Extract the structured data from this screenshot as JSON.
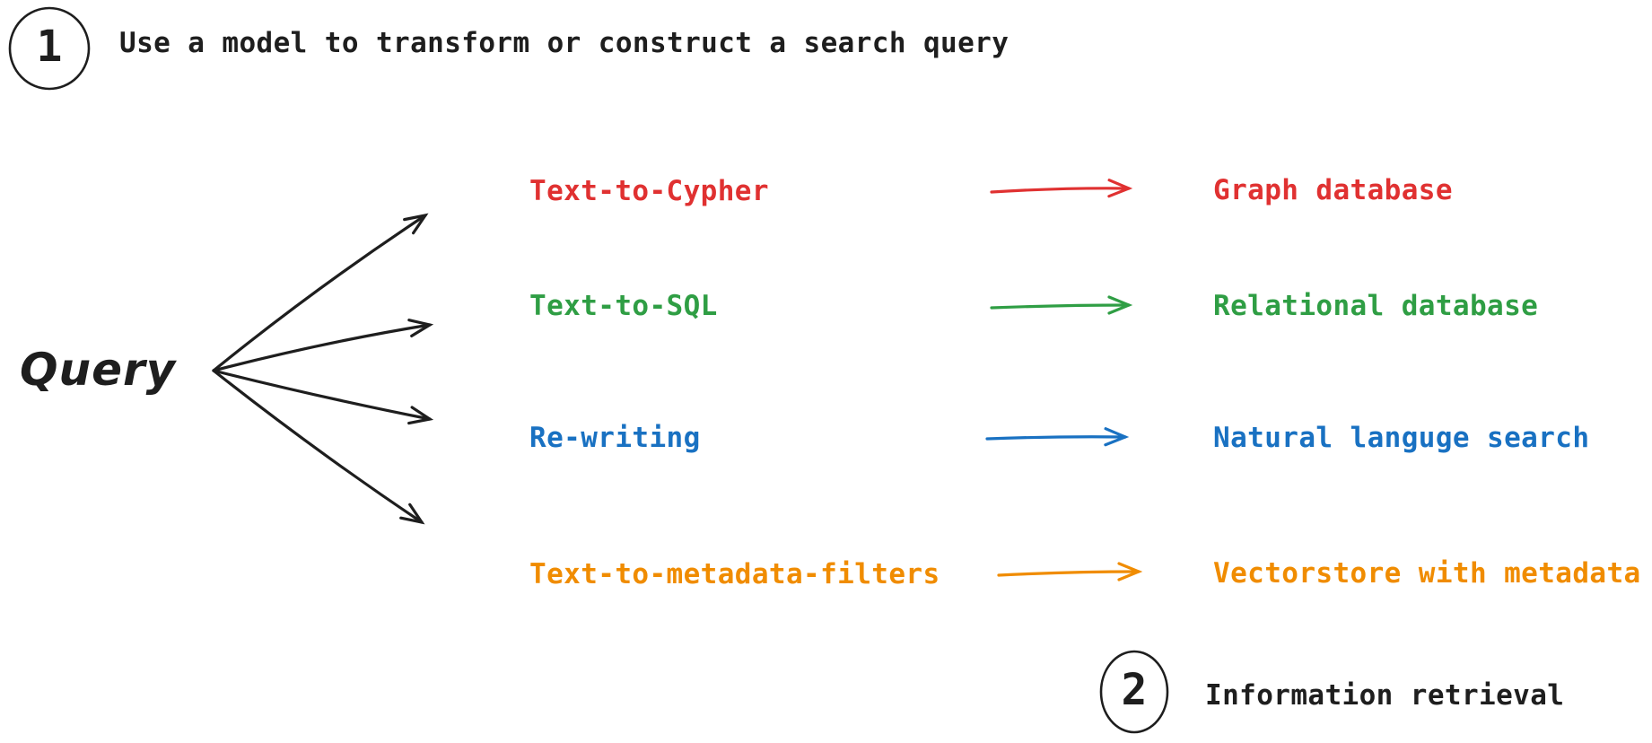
{
  "palette": {
    "ink": "#1e1e1e",
    "red": "#e03131",
    "green": "#2f9e44",
    "blue": "#1971c2",
    "orange": "#f08c00",
    "background": "#ffffff"
  },
  "steps": [
    {
      "number": "1",
      "label": "Use a model to transform or construct a search query"
    },
    {
      "number": "2",
      "label": "Information retrieval"
    }
  ],
  "query_node": {
    "label": "Query"
  },
  "rows": [
    {
      "method": "Text-to-Cypher",
      "target": "Graph database",
      "color": "#e03131"
    },
    {
      "method": "Text-to-SQL",
      "target": "Relational database",
      "color": "#2f9e44"
    },
    {
      "method": "Re-writing",
      "target": "Natural languge search",
      "color": "#1971c2"
    },
    {
      "method": "Text-to-metadata-filters",
      "target": "Vectorstore with metadata",
      "color": "#f08c00"
    }
  ]
}
